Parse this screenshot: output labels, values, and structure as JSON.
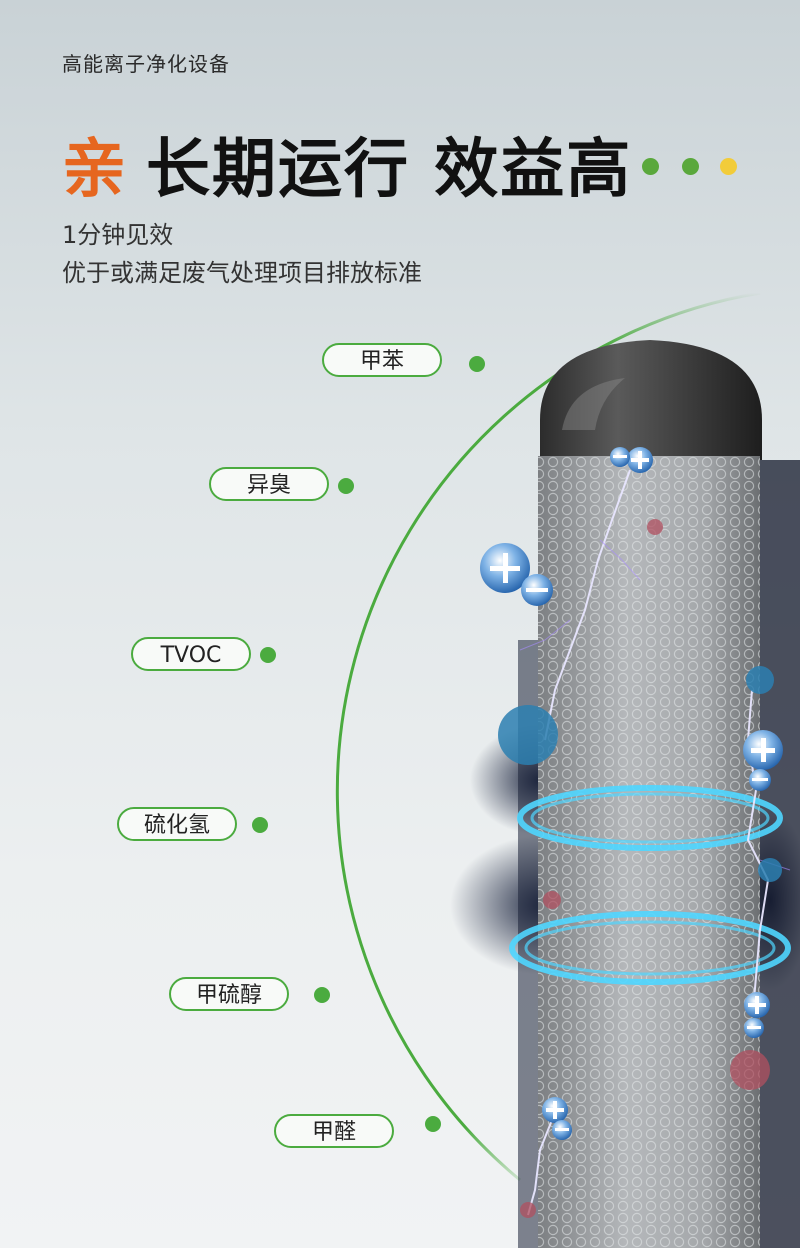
{
  "header": {
    "brand": "高能离子净化设备",
    "headline_accent": "亲",
    "headline_main": "长期运行 效益高",
    "subtitle_line1": "1分钟见效",
    "subtitle_line2": "优于或满足废气处理项目排放标准"
  },
  "decor_dots": {
    "colors": [
      "#5aa83c",
      "#5aa83c",
      "#f2cc3a"
    ]
  },
  "pollutants": [
    {
      "label": "甲苯"
    },
    {
      "label": "异臭"
    },
    {
      "label": "TVOC"
    },
    {
      "label": "硫化氢"
    },
    {
      "label": "甲硫醇"
    },
    {
      "label": "甲醛"
    }
  ],
  "colors": {
    "accent": "#e6661f",
    "green": "#4bab3f"
  }
}
